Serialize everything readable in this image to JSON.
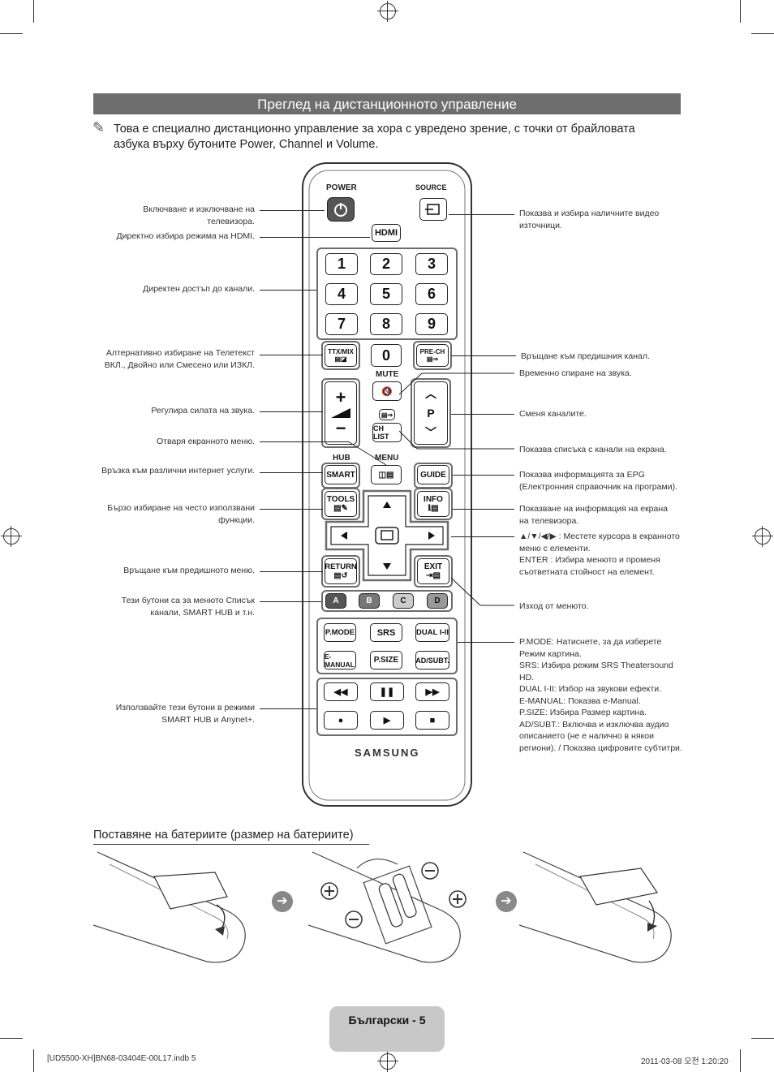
{
  "header": {
    "title": "Преглед на дистанционното управление",
    "note": "Това е специално дистанционно управление за хора с увредено зрение, с точки от брайловата азбука върху бутоните Power, Channel и Volume."
  },
  "remote": {
    "power": "POWER",
    "source": "SOURCE",
    "hdmi": "HDMI",
    "digits": [
      "1",
      "2",
      "3",
      "4",
      "5",
      "6",
      "7",
      "8",
      "9"
    ],
    "ttx": "TTX/MIX",
    "zero": "0",
    "prech": "PRE-CH",
    "mute": "MUTE",
    "p": "P",
    "chlist": "CH LIST",
    "hub": "HUB",
    "menu": "MENU",
    "smart": "SMART",
    "guide": "GUIDE",
    "tools": "TOOLS",
    "info": "INFO",
    "return": "RETURN",
    "exit": "EXIT",
    "colors": [
      "A",
      "B",
      "C",
      "D"
    ],
    "pmode": "P.MODE",
    "srs": "SRS",
    "dual": "DUAL I-II",
    "emanual": "E-MANUAL",
    "psize": "P.SIZE",
    "adsubt": "AD/SUBT.",
    "brand": "SAMSUNG"
  },
  "left_labels": {
    "power": "Включване и изключване на телевизора.",
    "hdmi": "Директно избира режима на HDMI.",
    "digits": "Директен достъп до канали.",
    "ttx": "Алтернативно избиране на Телетекст ВКЛ., Двойно или Смесено или ИЗКЛ.",
    "volume": "Регулира силата на звука.",
    "menu": "Отваря екранното меню.",
    "smart": "Връзка към различни интернет услуги.",
    "tools": "Бързо избиране на често използвани функции.",
    "return": "Връщане към предишното меню.",
    "colors": "Тези бутони са за менюто Списък канали, SMART HUB и т.н.",
    "media": "Използвайте тези бутони в режими SMART HUB и Anynet+."
  },
  "right_labels": {
    "source": "Показва и избира наличните видео източници.",
    "prech": "Връщане към предишния канал.",
    "mute": "Временно спиране на звука.",
    "channel": "Сменя каналите.",
    "chlist": "Показва списъка с канали на екрана.",
    "guide": "Показва информацията за EPG (Електронния справочник на програми).",
    "info": "Показване на информация на екрана на телевизора.",
    "arrows_1": "▲/▼/◀/▶ : Местете курсора в екранното меню с елементи.",
    "arrows_2": "ENTER : Избира менюто и променя съответната стойност на елемент.",
    "exit": "Изход от менюто.",
    "func": "P.MODE: Натиснете, за да изберете Режим картина.\nSRS: Избира режим SRS Theatersound HD.\nDUAL I-II: Избор на звукови ефекти.\nE-MANUAL: Показва e-Manual.\nP.SIZE: Избира Размер картина.\nAD/SUBT.: Включва и изключва аудио описанието (не е налично в някои региони). / Показва цифровите субтитри."
  },
  "batteries": {
    "heading": "Поставяне на батериите (размер на батериите)"
  },
  "footer": {
    "page": "Български - 5",
    "slug_left": "[UD5500-XH]BN68-03404E-00L17.indb   5",
    "slug_right": "2011-03-08   오전 1:20:20"
  }
}
